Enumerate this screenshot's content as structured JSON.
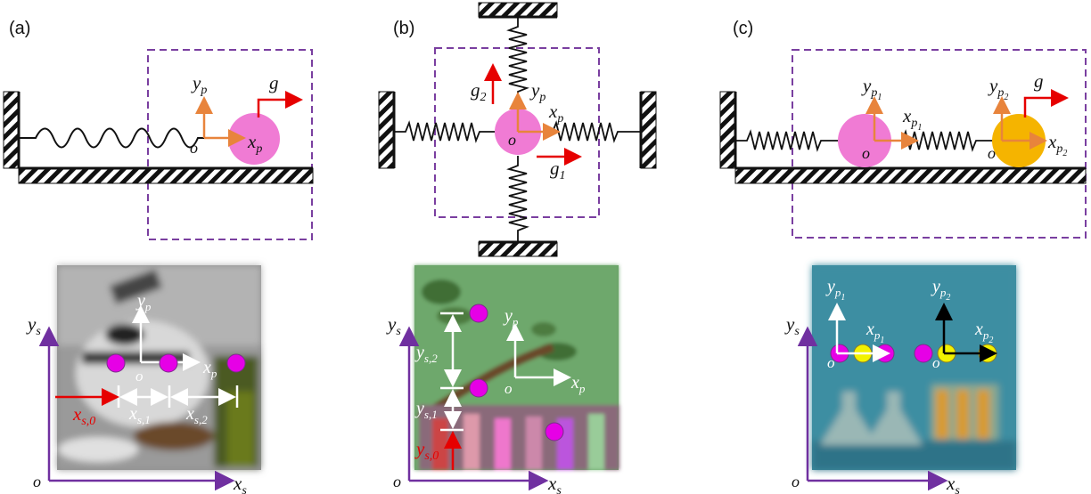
{
  "panels": {
    "a": "(a)",
    "b": "(b)",
    "c": "(c)"
  },
  "symbols": {
    "y": "y",
    "x": "x",
    "g": "g",
    "o": "o",
    "p": "p",
    "s": "s",
    "p1": "p",
    "p1_idx": "1",
    "p2": "p",
    "p2_idx": "2",
    "s0": "s,0",
    "s1": "s,1",
    "s2": "s,2"
  },
  "colors": {
    "purple_axis": "#7030a0",
    "dash_box": "#7a3fa0",
    "red_force": "#e60000",
    "orange_axis": "#e8843c",
    "pink_ball": "#f07bd4",
    "yellow_ball": "#f5b400",
    "magenta_dot": "#e600e6",
    "yellow_dot": "#f2f200",
    "photo_a": "#8c8c8c",
    "photo_b": "#6aa36a",
    "photo_c": "#3f8da0"
  }
}
